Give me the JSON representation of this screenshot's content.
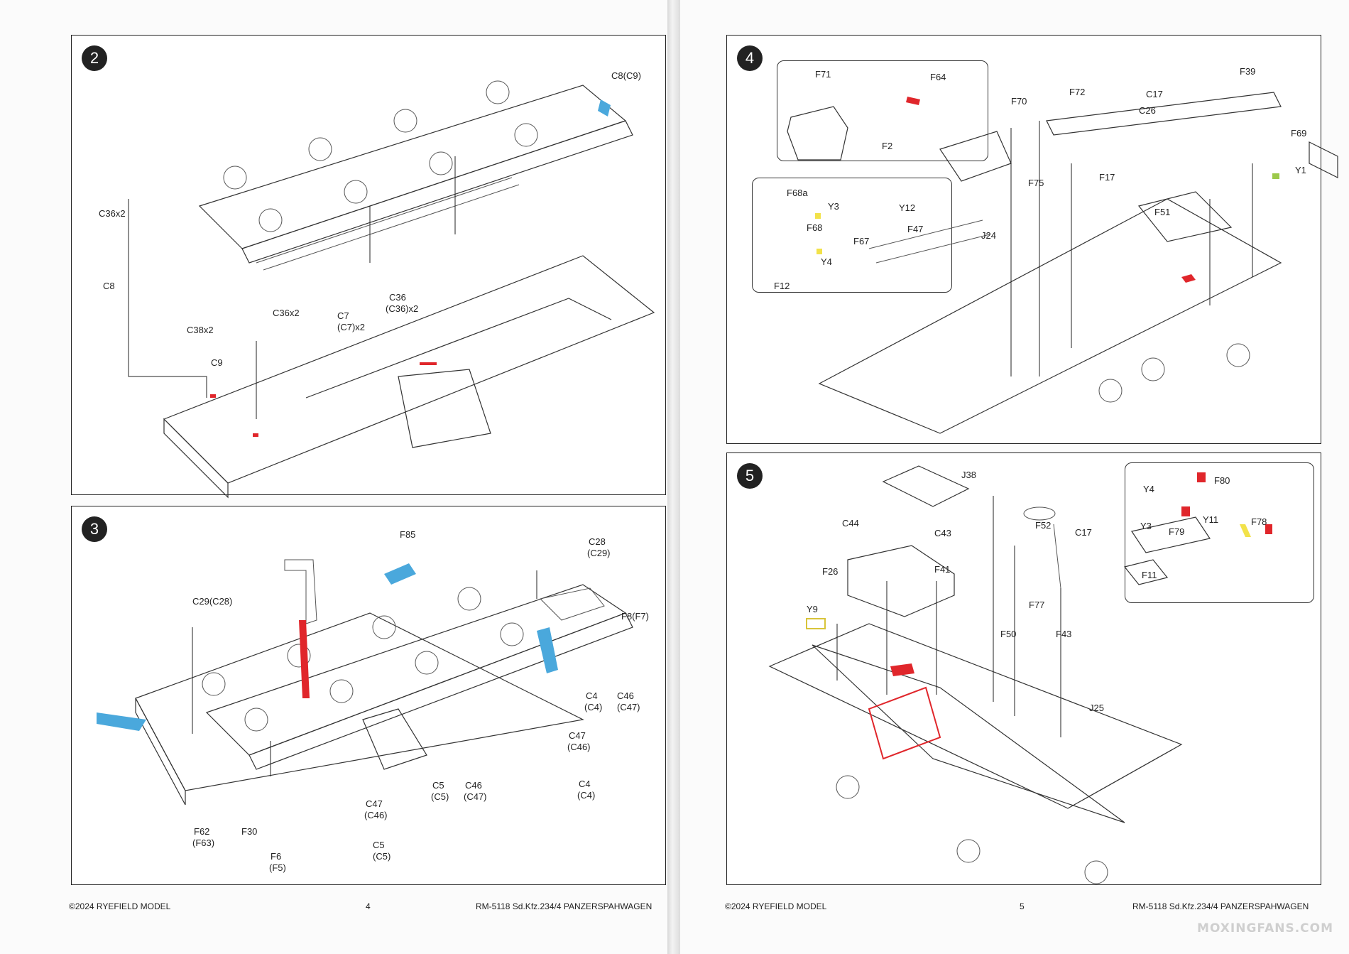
{
  "left_page": {
    "footer_left": "©2024 RYEFIELD MODEL",
    "page_number": "4",
    "footer_right": "RM-5118 Sd.Kfz.234/4 PANZERSPAHWAGEN",
    "step2": {
      "number": "2",
      "labels": [
        "C8(C9)",
        "C36x2",
        "C8",
        "C36x2",
        "C36",
        "(C36)x2",
        "C7",
        "(C7)x2",
        "C38x2",
        "C9"
      ]
    },
    "step3": {
      "number": "3",
      "labels": [
        "F85",
        "C28",
        "(C29)",
        "C29(C28)",
        "F8(F7)",
        "C4",
        "(C4)",
        "C46",
        "(C47)",
        "C47",
        "(C46)",
        "C4",
        "(C4)",
        "C5",
        "(C5)",
        "C46",
        "(C47)",
        "C47",
        "(C46)",
        "F62",
        "(F63)",
        "F30",
        "F6",
        "(F5)",
        "C5",
        "(C5)"
      ]
    }
  },
  "right_page": {
    "footer_left": "©2024 RYEFIELD MODEL",
    "page_number": "5",
    "footer_right": "RM-5118 Sd.Kfz.234/4 PANZERSPAHWAGEN",
    "watermark": "MOXINGFANS.COM",
    "step4": {
      "number": "4",
      "labels": [
        "F71",
        "F64",
        "F2",
        "F72",
        "F70",
        "F39",
        "C17",
        "C26",
        "F69",
        "Y1",
        "F68a",
        "Y3",
        "F68",
        "Y4",
        "F12",
        "Y12",
        "F67",
        "F47",
        "F75",
        "F17",
        "F51",
        "J24"
      ]
    },
    "step5": {
      "number": "5",
      "labels": [
        "J38",
        "C44",
        "C43",
        "F26",
        "F41",
        "Y9",
        "F52",
        "C17",
        "F77",
        "F50",
        "F43",
        "J25",
        "Y4",
        "F80",
        "Y3",
        "F79",
        "Y11",
        "F78",
        "F11"
      ]
    }
  },
  "colors": {
    "line": "#222222",
    "red": "#e0262b",
    "blue": "#4aa8dc",
    "yellow": "#f2e24a",
    "green": "#9cc94a"
  }
}
